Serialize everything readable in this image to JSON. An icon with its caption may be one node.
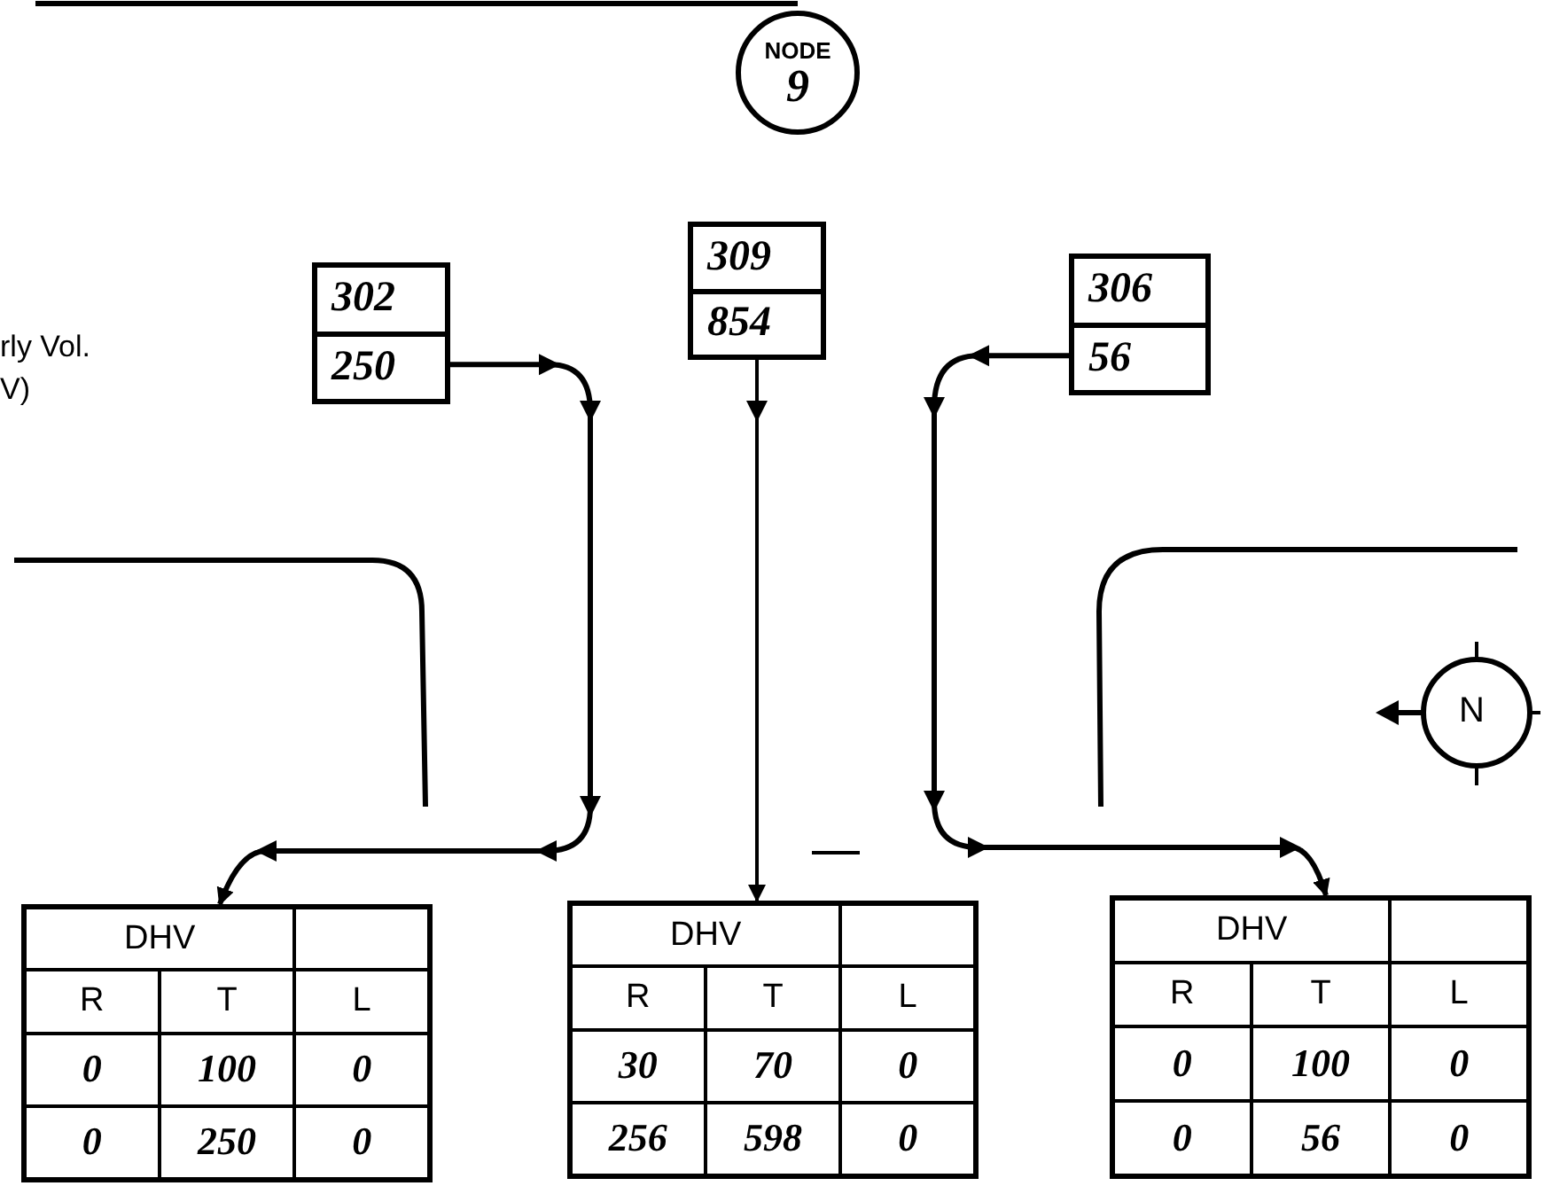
{
  "diagram": {
    "nodes": [
      {
        "text": [
          "NODE",
          "9"
        ]
      },
      {
        "text": [
          "302",
          "250"
        ]
      },
      {
        "text": [
          "309",
          "854"
        ]
      },
      {
        "text": [
          "306",
          "56"
        ]
      },
      {
        "text": [
          "DHV",
          "R",
          "T",
          "L",
          "0",
          "100",
          "0",
          "0",
          "250",
          "0"
        ]
      },
      {
        "text": [
          "DHV",
          "R",
          "T",
          "L",
          "30",
          "70",
          "0",
          "256",
          "598",
          "0"
        ]
      },
      {
        "text": [
          "DHV",
          "R",
          "T",
          "L",
          "0",
          "100",
          "0",
          "0",
          "56",
          "0"
        ]
      }
    ],
    "edges": [
      {
        "from": 1,
        "to": 4,
        "arrow": "to"
      },
      {
        "from": 2,
        "to": 5,
        "arrow": "to"
      },
      {
        "from": 3,
        "to": 6,
        "arrow": "to"
      }
    ],
    "labels": [
      "rly Vol.",
      "V)",
      "N"
    ]
  }
}
